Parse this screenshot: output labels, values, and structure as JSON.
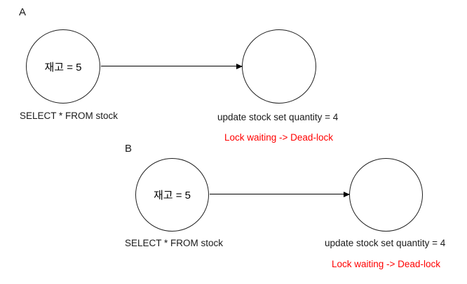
{
  "diagram": {
    "background_color": "#ffffff",
    "stroke_color": "#1f1f1f",
    "text_color": "#1a1a1a",
    "alert_color": "#ff0000",
    "sections": [
      {
        "label": "A",
        "left_node_text": "재고 = 5",
        "left_caption": "SELECT * FROM stock",
        "right_caption": "update stock set quantity = 4",
        "alert_text": "Lock waiting -> Dead-lock"
      },
      {
        "label": "B",
        "left_node_text": "재고 = 5",
        "left_caption": "SELECT * FROM stock",
        "right_caption": "update stock set quantity = 4",
        "alert_text": "Lock waiting -> Dead-lock"
      }
    ]
  }
}
